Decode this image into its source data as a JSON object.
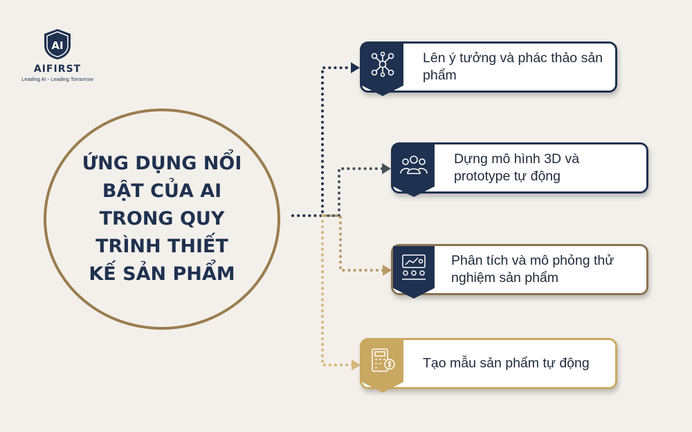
{
  "brand": {
    "logo_letters": "AI",
    "name": "AIFIRST",
    "tagline": "Leading AI - Leading Tomorrow"
  },
  "center": {
    "title": "ỨNG DỤNG NỔI BẬT CỦA AI TRONG QUY TRÌNH THIẾT KẾ SẢN PHẨM"
  },
  "steps": [
    {
      "label": "Lên ý tưởng và phác thảo sản phẩm",
      "icon": "brainstorm-network-icon",
      "color": "#1f3150"
    },
    {
      "label": "Dựng mô hình 3D và prototype tự động",
      "icon": "team-group-icon",
      "color": "#1f3150"
    },
    {
      "label": "Phân tích và mô phỏng thử nghiệm sản phẩm",
      "icon": "presentation-analysis-icon",
      "color": "#8a7250"
    },
    {
      "label": "Tạo mẫu sản phẩm tự động",
      "icon": "calculator-coin-icon",
      "color": "#c9a862"
    }
  ],
  "colors": {
    "background": "#f3f0eb",
    "navy": "#1f3150",
    "bronze": "#8a7250",
    "gold": "#c9a862",
    "circle_border": "#9b7c4e"
  }
}
